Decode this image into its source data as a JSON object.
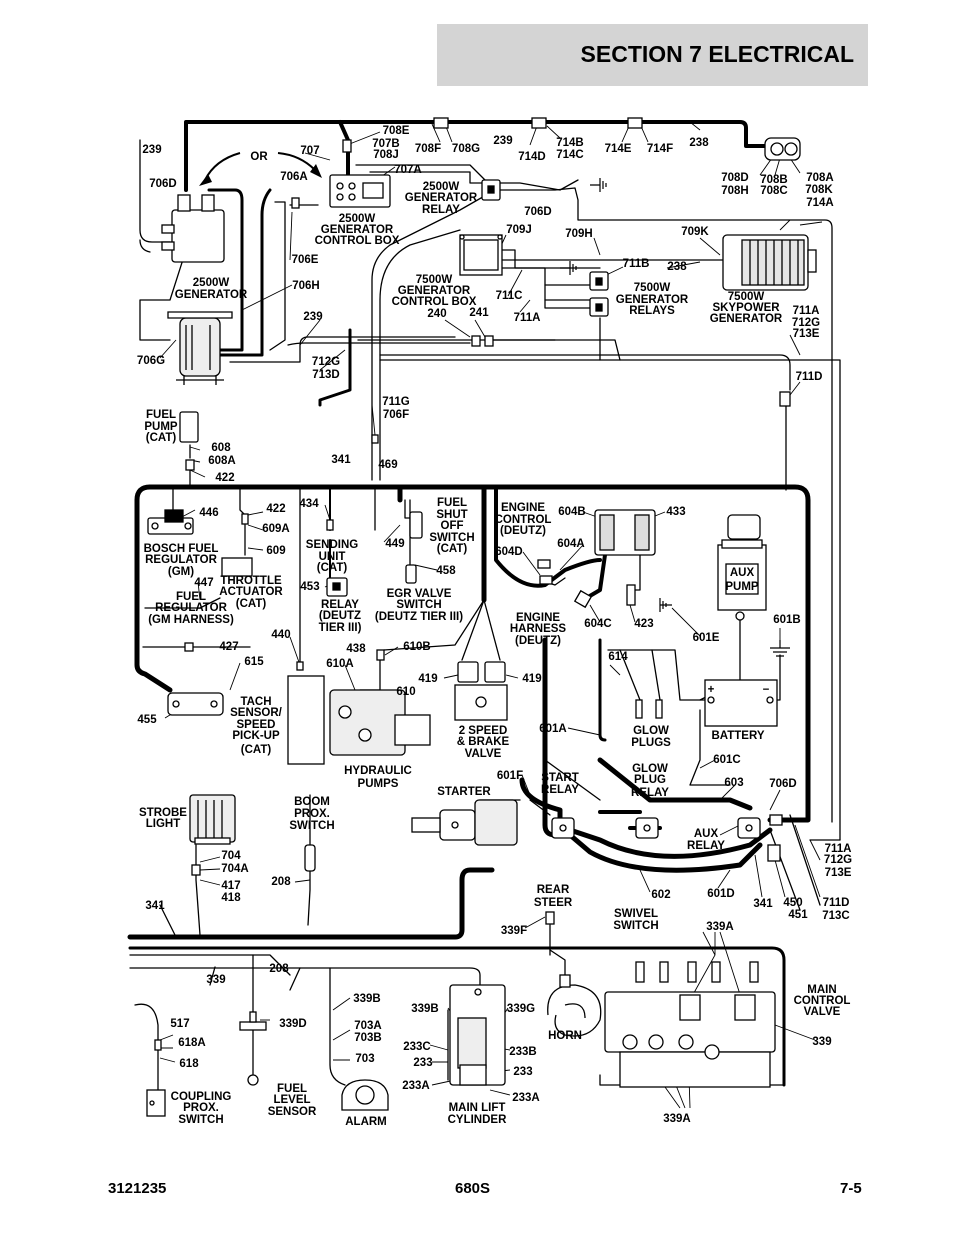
{
  "header": {
    "title": "SECTION 7   ELECTRICAL"
  },
  "footer": {
    "doc_number": "3121235",
    "model": "680S",
    "page": "7-5"
  },
  "diagram": {
    "labels": [
      {
        "id": "l239a",
        "text": "239"
      },
      {
        "id": "l706d",
        "text": "706D"
      },
      {
        "id": "lor",
        "text": "OR"
      },
      {
        "id": "l706a",
        "text": "706A"
      },
      {
        "id": "l707",
        "text": "707"
      },
      {
        "id": "l708e",
        "text": "708E"
      },
      {
        "id": "l707b",
        "text": "707B"
      },
      {
        "id": "l708j",
        "text": "708J"
      },
      {
        "id": "l707a",
        "text": "707A"
      },
      {
        "id": "l708f",
        "text": "708F"
      },
      {
        "id": "l708g",
        "text": "708G"
      },
      {
        "id": "l239b",
        "text": "239"
      },
      {
        "id": "l714b",
        "text": "714B"
      },
      {
        "id": "l714d",
        "text": "714D"
      },
      {
        "id": "l714c",
        "text": "714C"
      },
      {
        "id": "l714e",
        "text": "714E"
      },
      {
        "id": "l714f",
        "text": "714F"
      },
      {
        "id": "l238a",
        "text": "238"
      },
      {
        "id": "l708d",
        "text": "708D"
      },
      {
        "id": "l708h",
        "text": "708H"
      },
      {
        "id": "l708b",
        "text": "708B"
      },
      {
        "id": "l708c",
        "text": "708C"
      },
      {
        "id": "l708a",
        "text": "708A"
      },
      {
        "id": "l708k",
        "text": "708K"
      },
      {
        "id": "l714a",
        "text": "714A"
      },
      {
        "id": "l2500rel1",
        "text": "2500W"
      },
      {
        "id": "l2500rel2",
        "text": "GENERATOR"
      },
      {
        "id": "l2500rel3",
        "text": "RELAY"
      },
      {
        "id": "l2500cb1",
        "text": "2500W"
      },
      {
        "id": "l2500cb2",
        "text": "GENERATOR"
      },
      {
        "id": "l2500cb3",
        "text": "CONTROL BOX"
      },
      {
        "id": "l706db",
        "text": "706D"
      },
      {
        "id": "l706e",
        "text": "706E"
      },
      {
        "id": "l2500gen1",
        "text": "2500W"
      },
      {
        "id": "l2500gen2",
        "text": "GENERATOR"
      },
      {
        "id": "l706h",
        "text": "706H"
      },
      {
        "id": "l706g",
        "text": "706G"
      },
      {
        "id": "l239c",
        "text": "239"
      },
      {
        "id": "l712g",
        "text": "712G"
      },
      {
        "id": "l713d",
        "text": "713D"
      },
      {
        "id": "l709j",
        "text": "709J"
      },
      {
        "id": "l709h",
        "text": "709H"
      },
      {
        "id": "l709k",
        "text": "709K"
      },
      {
        "id": "l711b",
        "text": "711B"
      },
      {
        "id": "l238b",
        "text": "238"
      },
      {
        "id": "l7500cb1",
        "text": "7500W"
      },
      {
        "id": "l7500cb2",
        "text": "GENERATOR"
      },
      {
        "id": "l7500cb3",
        "text": "CONTROL BOX"
      },
      {
        "id": "l711c",
        "text": "711C"
      },
      {
        "id": "l711a",
        "text": "711A"
      },
      {
        "id": "l240",
        "text": "240"
      },
      {
        "id": "l241",
        "text": "241"
      },
      {
        "id": "l7500rel1",
        "text": "7500W"
      },
      {
        "id": "l7500rel2",
        "text": "GENERATOR"
      },
      {
        "id": "l7500rel3",
        "text": "RELAYS"
      },
      {
        "id": "l7500sky1",
        "text": "7500W"
      },
      {
        "id": "l7500sky2",
        "text": "SKYPOWER"
      },
      {
        "id": "l7500sky3",
        "text": "GENERATOR"
      },
      {
        "id": "l711ar",
        "text": "711A"
      },
      {
        "id": "l712gr",
        "text": "712G"
      },
      {
        "id": "l713er",
        "text": "713E"
      },
      {
        "id": "l711dr",
        "text": "711D"
      },
      {
        "id": "l711g",
        "text": "711G"
      },
      {
        "id": "l706f",
        "text": "706F"
      },
      {
        "id": "l469",
        "text": "469"
      },
      {
        "id": "lfp1",
        "text": "FUEL"
      },
      {
        "id": "lfp2",
        "text": "PUMP"
      },
      {
        "id": "lfp3",
        "text": "(CAT)"
      },
      {
        "id": "l608",
        "text": "608"
      },
      {
        "id": "l608a",
        "text": "608A"
      },
      {
        "id": "l422a",
        "text": "422"
      },
      {
        "id": "l341a",
        "text": "341"
      },
      {
        "id": "l446",
        "text": "446"
      },
      {
        "id": "l422b",
        "text": "422"
      },
      {
        "id": "l609a",
        "text": "609A"
      },
      {
        "id": "l609",
        "text": "609"
      },
      {
        "id": "lbf1",
        "text": "BOSCH FUEL"
      },
      {
        "id": "lbf2",
        "text": "REGULATOR"
      },
      {
        "id": "lbf3",
        "text": "(GM)"
      },
      {
        "id": "l447",
        "text": "447"
      },
      {
        "id": "lfr1",
        "text": "FUEL"
      },
      {
        "id": "lfr2",
        "text": "REGULATOR"
      },
      {
        "id": "lfr3",
        "text": "(GM HARNESS)"
      },
      {
        "id": "lta1",
        "text": "THROTTLE"
      },
      {
        "id": "lta2",
        "text": "ACTUATOR"
      },
      {
        "id": "lta3",
        "text": "(CAT)"
      },
      {
        "id": "l434",
        "text": "434"
      },
      {
        "id": "lsu1",
        "text": "SENDING"
      },
      {
        "id": "lsu2",
        "text": "UNIT"
      },
      {
        "id": "lsu3",
        "text": "(CAT)"
      },
      {
        "id": "l453",
        "text": "453"
      },
      {
        "id": "lrd1",
        "text": "RELAY"
      },
      {
        "id": "lrd2",
        "text": "(DEUTZ"
      },
      {
        "id": "lrd3",
        "text": "TIER III)"
      },
      {
        "id": "l449",
        "text": "449"
      },
      {
        "id": "lfs1",
        "text": "FUEL"
      },
      {
        "id": "lfs2",
        "text": "SHUT"
      },
      {
        "id": "lfs3",
        "text": "OFF"
      },
      {
        "id": "lfs4",
        "text": "SWITCH"
      },
      {
        "id": "lfs5",
        "text": "(CAT)"
      },
      {
        "id": "l458",
        "text": "458"
      },
      {
        "id": "legr1",
        "text": "EGR VALVE"
      },
      {
        "id": "legr2",
        "text": "SWITCH"
      },
      {
        "id": "legr3",
        "text": "(DEUTZ TIER III)"
      },
      {
        "id": "lec1",
        "text": "ENGINE"
      },
      {
        "id": "lec2",
        "text": "CONTROL"
      },
      {
        "id": "lec3",
        "text": "(DEUTZ)"
      },
      {
        "id": "l604b",
        "text": "604B"
      },
      {
        "id": "l433",
        "text": "433"
      },
      {
        "id": "l604d",
        "text": "604D"
      },
      {
        "id": "l604a",
        "text": "604A"
      },
      {
        "id": "leh1",
        "text": "ENGINE"
      },
      {
        "id": "leh2",
        "text": "HARNESS"
      },
      {
        "id": "leh3",
        "text": "(DEUTZ)"
      },
      {
        "id": "l604c",
        "text": "604C"
      },
      {
        "id": "l423",
        "text": "423"
      },
      {
        "id": "lap1",
        "text": "AUX"
      },
      {
        "id": "lap2",
        "text": "PUMP"
      },
      {
        "id": "l601e",
        "text": "601E"
      },
      {
        "id": "l601b",
        "text": "601B"
      },
      {
        "id": "l427",
        "text": "427"
      },
      {
        "id": "l440",
        "text": "440"
      },
      {
        "id": "l615",
        "text": "615"
      },
      {
        "id": "l438",
        "text": "438"
      },
      {
        "id": "l610b",
        "text": "610B"
      },
      {
        "id": "l610a",
        "text": "610A"
      },
      {
        "id": "l610",
        "text": "610"
      },
      {
        "id": "l419a",
        "text": "419"
      },
      {
        "id": "l419b",
        "text": "419"
      },
      {
        "id": "l614",
        "text": "614"
      },
      {
        "id": "l455",
        "text": "455"
      },
      {
        "id": "lts1",
        "text": "TACH"
      },
      {
        "id": "lts2",
        "text": "SENSOR/"
      },
      {
        "id": "lts3",
        "text": "SPEED"
      },
      {
        "id": "lts4",
        "text": "PICK-UP"
      },
      {
        "id": "lts5",
        "text": "(CAT)"
      },
      {
        "id": "lhp1",
        "text": "HYDRAULIC"
      },
      {
        "id": "lhp2",
        "text": "PUMPS"
      },
      {
        "id": "l2sb1",
        "text": "2 SPEED"
      },
      {
        "id": "l2sb2",
        "text": "& BRAKE"
      },
      {
        "id": "l2sb3",
        "text": "VALVE"
      },
      {
        "id": "l601a",
        "text": "601A"
      },
      {
        "id": "lgp1",
        "text": "GLOW"
      },
      {
        "id": "lgp2",
        "text": "PLUGS"
      },
      {
        "id": "lbat",
        "text": "BATTERY"
      },
      {
        "id": "lbplus",
        "text": "+"
      },
      {
        "id": "lbminus",
        "text": "−"
      },
      {
        "id": "l601c",
        "text": "601C"
      },
      {
        "id": "l601f",
        "text": "601F"
      },
      {
        "id": "lsr1",
        "text": "START"
      },
      {
        "id": "lsr2",
        "text": "RELAY"
      },
      {
        "id": "lgpr1",
        "text": "GLOW"
      },
      {
        "id": "lgpr2",
        "text": "PLUG"
      },
      {
        "id": "lgpr3",
        "text": "RELAY"
      },
      {
        "id": "l603",
        "text": "603"
      },
      {
        "id": "l706dc",
        "text": "706D"
      },
      {
        "id": "lstarter",
        "text": "STARTER"
      },
      {
        "id": "lsl1",
        "text": "STROBE"
      },
      {
        "id": "lsl2",
        "text": "LIGHT"
      },
      {
        "id": "lbp1",
        "text": "BOOM"
      },
      {
        "id": "lbp2",
        "text": "PROX."
      },
      {
        "id": "lbp3",
        "text": "SWITCH"
      },
      {
        "id": "l704",
        "text": "704"
      },
      {
        "id": "l704a",
        "text": "704A"
      },
      {
        "id": "l417",
        "text": "417"
      },
      {
        "id": "l418",
        "text": "418"
      },
      {
        "id": "l208a",
        "text": "208"
      },
      {
        "id": "lar1",
        "text": "AUX"
      },
      {
        "id": "lar2",
        "text": "RELAY"
      },
      {
        "id": "l711ab",
        "text": "711A"
      },
      {
        "id": "l712gb",
        "text": "712G"
      },
      {
        "id": "l713eb",
        "text": "713E"
      },
      {
        "id": "l341b",
        "text": "341"
      },
      {
        "id": "l341c",
        "text": "341"
      },
      {
        "id": "l450",
        "text": "450"
      },
      {
        "id": "l451",
        "text": "451"
      },
      {
        "id": "l711db",
        "text": "711D"
      },
      {
        "id": "l713c",
        "text": "713C"
      },
      {
        "id": "l602",
        "text": "602"
      },
      {
        "id": "l601d",
        "text": "601D"
      },
      {
        "id": "lrs1",
        "text": "REAR"
      },
      {
        "id": "lrs2",
        "text": "STEER"
      },
      {
        "id": "l339f",
        "text": "339F"
      },
      {
        "id": "lss1",
        "text": "SWIVEL"
      },
      {
        "id": "lss2",
        "text": "SWITCH"
      },
      {
        "id": "l339a1",
        "text": "339A"
      },
      {
        "id": "l339a",
        "text": "339"
      },
      {
        "id": "l208b",
        "text": "208"
      },
      {
        "id": "lmcv1",
        "text": "MAIN"
      },
      {
        "id": "lmcv2",
        "text": "CONTROL"
      },
      {
        "id": "lmcv3",
        "text": "VALVE"
      },
      {
        "id": "l339b",
        "text": "339B"
      },
      {
        "id": "l339b2",
        "text": "339B"
      },
      {
        "id": "l339g",
        "text": "339G"
      },
      {
        "id": "l517",
        "text": "517"
      },
      {
        "id": "l618a",
        "text": "618A"
      },
      {
        "id": "l618",
        "text": "618"
      },
      {
        "id": "l339d",
        "text": "339D"
      },
      {
        "id": "l703a",
        "text": "703A"
      },
      {
        "id": "l703b",
        "text": "703B"
      },
      {
        "id": "l703",
        "text": "703"
      },
      {
        "id": "l233c",
        "text": "233C"
      },
      {
        "id": "l233",
        "text": "233"
      },
      {
        "id": "l233a",
        "text": "233A"
      },
      {
        "id": "l233b",
        "text": "233B"
      },
      {
        "id": "l233r",
        "text": "233"
      },
      {
        "id": "l233ar",
        "text": "233A"
      },
      {
        "id": "lhorn",
        "text": "HORN"
      },
      {
        "id": "l339r",
        "text": "339"
      },
      {
        "id": "l339a2",
        "text": "339A"
      },
      {
        "id": "lcp1",
        "text": "COUPLING"
      },
      {
        "id": "lcp2",
        "text": "PROX."
      },
      {
        "id": "lcp3",
        "text": "SWITCH"
      },
      {
        "id": "lfl1",
        "text": "FUEL"
      },
      {
        "id": "lfl2",
        "text": "LEVEL"
      },
      {
        "id": "lfl3",
        "text": "SENSOR"
      },
      {
        "id": "lalarm",
        "text": "ALARM"
      },
      {
        "id": "lml1",
        "text": "MAIN LIFT"
      },
      {
        "id": "lml2",
        "text": "CYLINDER"
      }
    ]
  }
}
